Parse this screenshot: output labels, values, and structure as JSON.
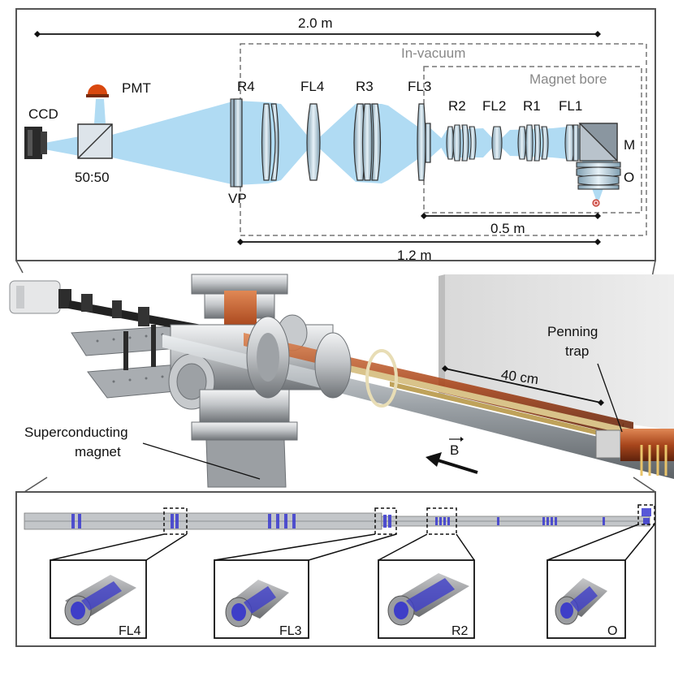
{
  "top_panel": {
    "total_length": "2.0 m",
    "in_vacuum": "In-vacuum",
    "magnet_bore": "Magnet bore",
    "ccd": "CCD",
    "pmt": "PMT",
    "splitter": "50:50",
    "vp": "VP",
    "r4": "R4",
    "fl4": "FL4",
    "r3": "R3",
    "fl3": "FL3",
    "r2": "R2",
    "fl2": "FL2",
    "r1": "R1",
    "fl1": "FL1",
    "mirror": "M",
    "objective": "O",
    "bore_length": "0.5 m",
    "vacuum_length": "1.2 m"
  },
  "middle_panel": {
    "penning_trap_line1": "Penning",
    "penning_trap_line2": "trap",
    "trap_distance": "40 cm",
    "magnet_line1": "Superconducting",
    "magnet_line2": "magnet",
    "field_label": "B"
  },
  "bottom_panel": {
    "insets": [
      "FL4",
      "FL3",
      "R2",
      "O"
    ]
  },
  "colors": {
    "beam": "#a8d8f2",
    "copper": "#b5542a",
    "lens_blue": "#4a4acb",
    "steel": "#b5b8bc",
    "frame": "#555555"
  }
}
